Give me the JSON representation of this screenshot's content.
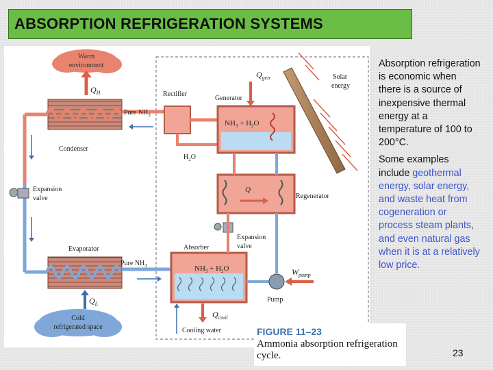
{
  "slide": {
    "title": "ABSORPTION REFRIGERATION SYSTEMS",
    "page_number": "23",
    "side_text": {
      "para1": "Absorption refrigeration is economic when there is a source of inexpensive thermal energy at a temperature of 100 to 200°C.",
      "para2_prefix": "Some examples include ",
      "para2_highlight": "geothermal energy, solar energy, and waste heat from cogeneration or process steam plants, and even natural gas when it is at a relatively low price."
    }
  },
  "diagram": {
    "labels": {
      "warm_env_line1": "Warm",
      "warm_env_line2": "environment",
      "qh": "Q",
      "qh_sub": "H",
      "rectifier": "Rectifier",
      "qgen": "Q",
      "qgen_sub": "gen",
      "generator": "Generator",
      "solar_line1": "Solar",
      "solar_line2": "energy",
      "pure_nh3_top": "Pure NH",
      "pure_nh3_top_sub": "3",
      "nh3_h2o_gen": "NH",
      "nh3_h2o_gen_rest": " + H",
      "nh3_h2o_gen_tail": "O",
      "condenser": "Condenser",
      "h2o": "H",
      "h2o_tail": "O",
      "expansion_valve_line1": "Expansion",
      "expansion_valve_line2": "valve",
      "q_regen": "Q",
      "regenerator": "Regenerator",
      "expansion_valve2_line1": "Expansion",
      "expansion_valve2_line2": "valve",
      "evaporator": "Evaporator",
      "absorber": "Absorber",
      "pure_nh3_bottom": "Pure NH",
      "pure_nh3_bottom_sub": "3",
      "nh3_h2o_abs": "NH",
      "nh3_h2o_abs_rest": " + H",
      "nh3_h2o_abs_tail": "O",
      "wpump": "W",
      "wpump_sub": "pump",
      "ql": "Q",
      "ql_sub": "L",
      "pump": "Pump",
      "qcool": "Q",
      "qcool_sub": "cool",
      "cold_line1": "Cold",
      "cold_line2": "refrigerated space",
      "cooling_water": "Cooling water",
      "sub_3": "3",
      "sub_2": "2"
    },
    "caption": {
      "figure_label": "FIGURE 11–23",
      "text": "Ammonia absorption refrigeration cycle."
    },
    "colors": {
      "hot_pipe": "#e8836e",
      "cold_pipe": "#7fa7d8",
      "box_fill": "#f0a596",
      "water": "#b9dcf2",
      "title_green": "#6bbe45",
      "highlight_text": "#3b55c9"
    }
  }
}
